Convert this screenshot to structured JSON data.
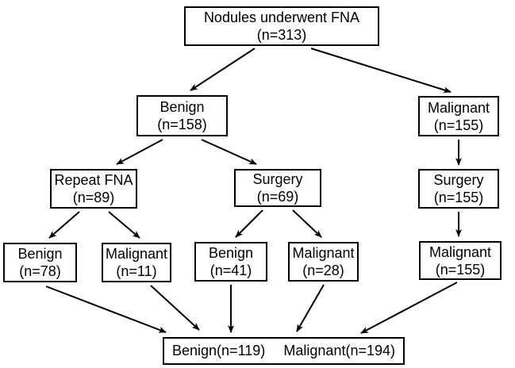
{
  "diagram": {
    "type": "flowchart",
    "background_color": "#ffffff",
    "line_color": "#000000",
    "box_border_color": "#000000",
    "nodes": {
      "root": {
        "line1": "Nodules underwent FNA",
        "line2": "(n=313)"
      },
      "benign158": {
        "line1": "Benign",
        "line2": "(n=158)"
      },
      "malignant155": {
        "line1": "Malignant",
        "line2": "(n=155)"
      },
      "repeatFna": {
        "line1": "Repeat FNA",
        "line2": "(n=89)"
      },
      "surgery69": {
        "line1": "Surgery",
        "line2": "(n=69)"
      },
      "surgery155": {
        "line1": "Surgery",
        "line2": "(n=155)"
      },
      "benign78": {
        "line1": "Benign",
        "line2": "(n=78)"
      },
      "malignant11": {
        "line1": "Malignant",
        "line2": "(n=11)"
      },
      "benign41": {
        "line1": "Benign",
        "line2": "(n=41)"
      },
      "malignant28": {
        "line1": "Malignant",
        "line2": "(n=28)"
      },
      "malignant155b": {
        "line1": "Malignant",
        "line2": "(n=155)"
      },
      "final": {
        "benign": "Benign(n=119)",
        "malignant": "Malignant(n=194)"
      }
    },
    "edges": [
      "root -> benign158",
      "root -> malignant155",
      "benign158 -> repeatFna",
      "benign158 -> surgery69",
      "malignant155 -> surgery155",
      "repeatFna -> benign78",
      "repeatFna -> malignant11",
      "surgery69 -> benign41",
      "surgery69 -> malignant28",
      "surgery155 -> malignant155b",
      "benign78 -> final",
      "malignant11 -> final",
      "benign41 -> final",
      "malignant28 -> final",
      "malignant155b -> final"
    ]
  }
}
